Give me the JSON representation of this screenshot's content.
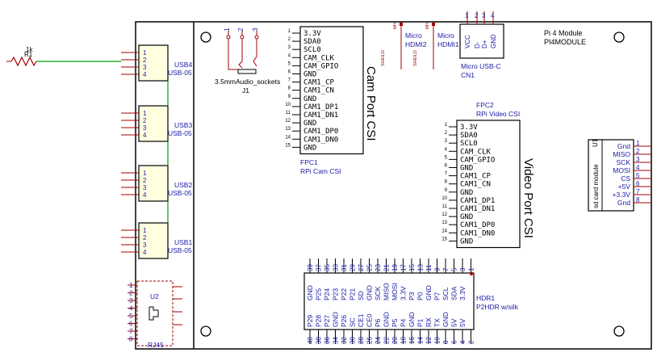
{
  "resistor": {
    "value": "1k",
    "ref": "R1"
  },
  "usb_ports": [
    {
      "ref": "USB4",
      "value": "USB-05",
      "pins": [
        "1",
        "2",
        "3",
        "4"
      ]
    },
    {
      "ref": "USB3",
      "value": "USB-05",
      "pins": [
        "1",
        "2",
        "3",
        "4"
      ]
    },
    {
      "ref": "USB2",
      "value": "USB-05",
      "pins": [
        "1",
        "2",
        "3",
        "4"
      ]
    },
    {
      "ref": "USB1",
      "value": "USB-05",
      "pins": [
        "1",
        "2",
        "3",
        "4"
      ]
    }
  ],
  "rj45": {
    "ref": "U2",
    "value": "RJ45",
    "pins": [
      "1",
      "2",
      "3",
      "4",
      "5",
      "6",
      "7",
      "8"
    ]
  },
  "audio": {
    "value": "3.5mmAudio_sockets",
    "ref": "J1",
    "pins": [
      "1",
      "2",
      "3"
    ]
  },
  "cam_csi": {
    "title": "Cam Port CSI",
    "ref": "FPC1",
    "value": "RPi Cam CSI",
    "pins": [
      "3.3V",
      "SDA0",
      "SCL0",
      "CAM_CLK",
      "CAM_GPIO",
      "GND",
      "CAM1_CP",
      "CAM1_CN",
      "GND",
      "CAM1_DP1",
      "CAM1_DN1",
      "GND",
      "CAM1_DP0",
      "CAM1_DN0",
      "GND"
    ],
    "nums": [
      "1",
      "2",
      "3",
      "4",
      "5",
      "6",
      "7",
      "8",
      "9",
      "10",
      "11",
      "12",
      "13",
      "14",
      "15"
    ]
  },
  "video_csi": {
    "title": "Video Port CSI",
    "ref": "FPC2",
    "value": "RPi Video CSI",
    "pins": [
      "3.3V",
      "SDA0",
      "SCL0",
      "CAM_CLK",
      "CAM_GPIO",
      "GND",
      "CAM1_CP",
      "CAM1_CN",
      "GND",
      "CAM1_DP1",
      "CAM1_DN1",
      "GND",
      "CAM1_DP0",
      "CAM1_DN0",
      "GND"
    ],
    "nums": [
      "1",
      "2",
      "3",
      "4",
      "5",
      "6",
      "7",
      "8",
      "9",
      "10",
      "11",
      "12",
      "13",
      "14",
      "15"
    ]
  },
  "hdmi2": {
    "pin": "MH",
    "label1": "Micro",
    "label2": "HDMI2",
    "shield": "SHEILD"
  },
  "hdmi1": {
    "pin": "MH",
    "label1": "Micro",
    "label2": "HDMI1",
    "shield": "SHEILD"
  },
  "usbc": {
    "pins": [
      "VCC",
      "D-",
      "D+",
      "GND"
    ],
    "nums": [
      "1",
      "2",
      "3",
      "4"
    ],
    "label": "Micro USB-C",
    "ref": "CN1"
  },
  "pi_module": {
    "title": "Pi 4 Module",
    "ref": "PI4MODULE"
  },
  "sd_card": {
    "ref": "U1",
    "value": "sd card module",
    "pins": [
      "Gnd",
      "MISO",
      "SCK",
      "MOSI",
      "CS",
      "+5V",
      "+3.3V",
      "Gnd"
    ],
    "nums": [
      "1",
      "2",
      "3",
      "4",
      "5",
      "6",
      "7",
      "8"
    ]
  },
  "header": {
    "ref": "HDR1",
    "value": "P2HDR w/silk",
    "top_labels": [
      "GND",
      "P25",
      "P24",
      "P23",
      "P22",
      "P21",
      "SD",
      "GND",
      "SCK",
      "MISO",
      "MOSI",
      "3.3V",
      "P3",
      "P0",
      "GND",
      "P7",
      "SCL",
      "SDA",
      "3.3V"
    ],
    "top_nums": [
      "39",
      "37",
      "35",
      "33",
      "31",
      "29",
      "27",
      "25",
      "23",
      "21",
      "19",
      "17",
      "15",
      "13",
      "11",
      "9",
      "7",
      "5",
      "3",
      "1"
    ],
    "bottom_labels": [
      "P29",
      "P28",
      "P27",
      "GND",
      "P26",
      "SC",
      "CE1",
      "CE0",
      "P6",
      "GND",
      "P5",
      "P4",
      "GND",
      "P1",
      "RX",
      "TX",
      "GND",
      "5V",
      "5V"
    ],
    "bottom_nums": [
      "40",
      "38",
      "36",
      "34",
      "32",
      "30",
      "28",
      "26",
      "24",
      "22",
      "20",
      "18",
      "16",
      "14",
      "12",
      "10",
      "8",
      "6",
      "4",
      "2"
    ]
  },
  "colors": {
    "line": "#000000",
    "pin": "#a50000",
    "blue_text": "#1a1aa6",
    "wire": "#00a000",
    "body_fill": "#ffffe0"
  }
}
